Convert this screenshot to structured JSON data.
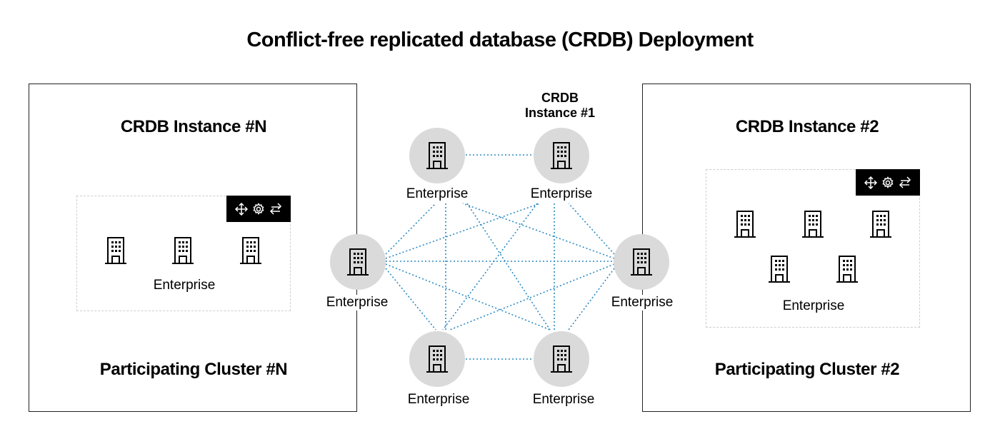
{
  "title": "Conflict-free replicated database (CRDB) Deployment",
  "left_panel": {
    "instance": "CRDB Instance #N",
    "cluster": "Participating Cluster #N",
    "enterprise_label": "Enterprise",
    "toolbar_icons": [
      "move-icon",
      "gear-icon",
      "swap-icon"
    ]
  },
  "right_panel": {
    "instance": "CRDB Instance #2",
    "cluster": "Participating Cluster #2",
    "enterprise_label": "Enterprise",
    "toolbar_icons": [
      "move-icon",
      "gear-icon",
      "swap-icon"
    ]
  },
  "center": {
    "instance_line1": "CRDB",
    "instance_line2": "Instance #1",
    "nodes": [
      {
        "label": "Enterprise"
      },
      {
        "label": "Enterprise"
      },
      {
        "label": "Enterprise"
      },
      {
        "label": "Enterprise"
      },
      {
        "label": "Enterprise"
      },
      {
        "label": "Enterprise"
      }
    ]
  },
  "colors": {
    "link": "#2a8ac4",
    "node_fill": "#dadada",
    "panel_border": "#222222"
  }
}
